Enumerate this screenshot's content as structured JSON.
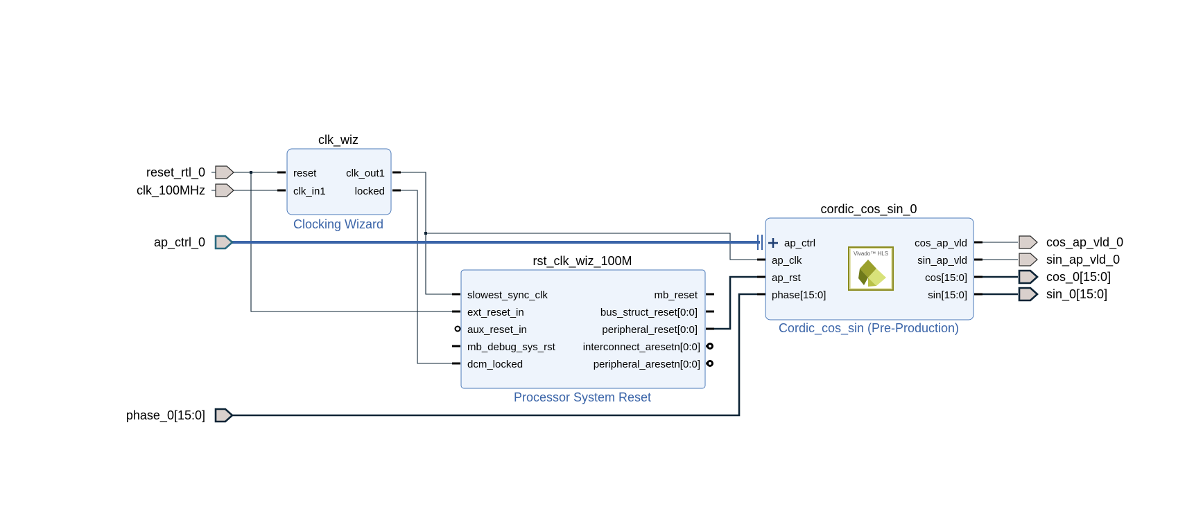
{
  "blocks": {
    "clk_wiz": {
      "instance": "clk_wiz",
      "ip": "Clocking Wizard",
      "inputs": [
        "reset",
        "clk_in1"
      ],
      "outputs": [
        "clk_out1",
        "locked"
      ]
    },
    "rst": {
      "instance": "rst_clk_wiz_100M",
      "ip": "Processor System Reset",
      "inputs": [
        "slowest_sync_clk",
        "ext_reset_in",
        "aux_reset_in",
        "mb_debug_sys_rst",
        "dcm_locked"
      ],
      "outputs": [
        "mb_reset",
        "bus_struct_reset[0:0]",
        "peripheral_reset[0:0]",
        "interconnect_aresetn[0:0]",
        "peripheral_aresetn[0:0]"
      ]
    },
    "cordic": {
      "instance": "cordic_cos_sin_0",
      "ip": "Cordic_cos_sin (Pre-Production)",
      "inputs": [
        "ap_ctrl",
        "ap_clk",
        "ap_rst",
        "phase[15:0]"
      ],
      "outputs": [
        "cos_ap_vld",
        "sin_ap_vld",
        "cos[15:0]",
        "sin[15:0]"
      ],
      "logo_text": "Vivado™ HLS"
    }
  },
  "external_inputs": [
    "reset_rtl_0",
    "clk_100MHz",
    "ap_ctrl_0",
    "phase_0[15:0]"
  ],
  "external_outputs": [
    "cos_ap_vld_0",
    "sin_ap_vld_0",
    "cos_0[15:0]",
    "sin_0[15:0]"
  ],
  "colors": {
    "block_fill": "#eef4fc",
    "block_border": "#4a78b8",
    "ip_name_text": "#3a64a8",
    "interface_bus": "#3a64a8",
    "wire": "#0d2436",
    "port_fill": "#d9d0cc"
  }
}
